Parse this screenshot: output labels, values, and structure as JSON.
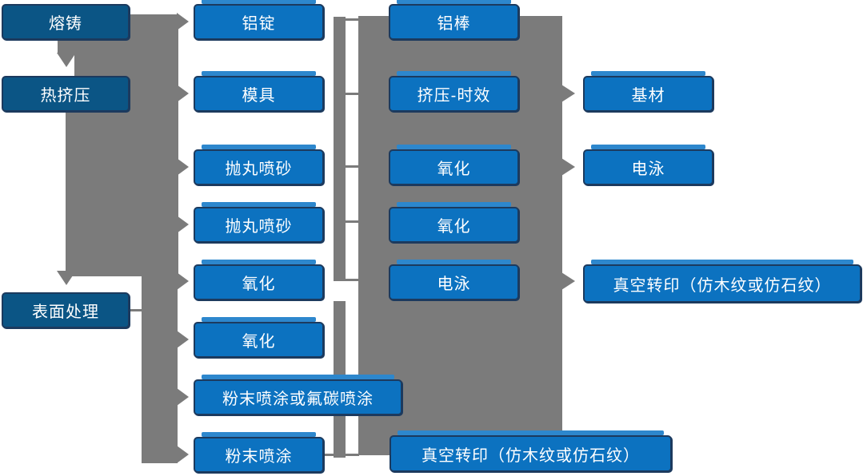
{
  "diagram": {
    "description_labels": {
      "column1_dark_stage_boxes": true,
      "column_count": 4
    }
  },
  "colors": {
    "box_fill_dark": "#0b5585",
    "box_fill_bright": "#0c72c0",
    "box_border": "#1c3a5e",
    "box_sheen": "#2d87cd",
    "connector_gray": "#7b7b7b",
    "text": "#ffffff",
    "background": "#ffffff"
  },
  "nodes": {
    "melting_casting": {
      "label": "熔铸"
    },
    "hot_extrusion": {
      "label": "热挤压"
    },
    "surface_treatment": {
      "label": "表面处理"
    },
    "aluminum_ingot": {
      "label": "铝锭"
    },
    "mold": {
      "label": "模具"
    },
    "shot_blasting_1": {
      "label": "抛丸喷砂"
    },
    "shot_blasting_2": {
      "label": "抛丸喷砂"
    },
    "oxidation_1": {
      "label": "氧化"
    },
    "oxidation_2": {
      "label": "氧化"
    },
    "powder_fluorocarbon": {
      "label": "粉末喷涂或氟碳喷涂"
    },
    "powder_coating": {
      "label": "粉末喷涂"
    },
    "aluminum_rod": {
      "label": "铝棒"
    },
    "extrusion_aging": {
      "label": "挤压-时效"
    },
    "oxidation_3": {
      "label": "氧化"
    },
    "oxidation_4": {
      "label": "氧化"
    },
    "electrophoresis_1": {
      "label": "电泳"
    },
    "vacuum_transfer_1": {
      "label": "真空转印（仿木纹或仿石纹）"
    },
    "substrate": {
      "label": "基材"
    },
    "electrophoresis_2": {
      "label": "电泳"
    },
    "vacuum_transfer_2": {
      "label": "真空转印（仿木纹或仿石纹）"
    }
  }
}
